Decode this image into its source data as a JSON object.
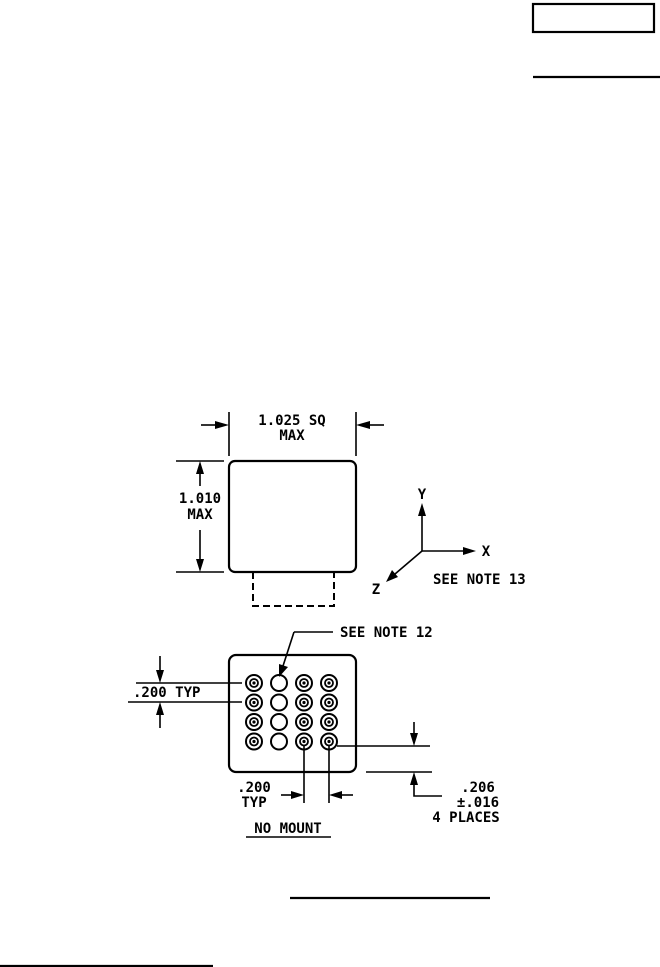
{
  "outline_view": {
    "width_dim": {
      "value": "1.025 SQ",
      "qualifier": "MAX"
    },
    "height_dim": {
      "value": "1.010",
      "qualifier": "MAX"
    }
  },
  "axes": {
    "y_label": "Y",
    "x_label": "X",
    "z_label": "Z",
    "note_ref": "SEE NOTE 13"
  },
  "pin_view": {
    "note_ref": "SEE NOTE 12",
    "row_pitch": ".200 TYP",
    "col_pitch": {
      "value": ".200",
      "qualifier": "TYP"
    },
    "pin_length": {
      "value": ".206",
      "tolerance": "±.016",
      "qty": "4 PLACES"
    },
    "caption": "NO MOUNT",
    "pin_grid": [
      [
        "pin",
        "open",
        "pin",
        "pin"
      ],
      [
        "pin",
        "open",
        "pin",
        "pin"
      ],
      [
        "pin",
        "open",
        "pin",
        "pin"
      ],
      [
        "pin",
        "open",
        "pin",
        "pin"
      ]
    ]
  }
}
